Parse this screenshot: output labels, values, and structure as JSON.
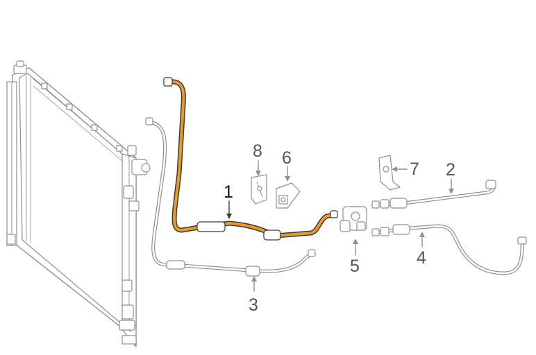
{
  "highlight_color": "#e89a2a",
  "callouts": [
    {
      "id": "1",
      "label": "1",
      "highlighted": true
    },
    {
      "id": "2",
      "label": "2",
      "highlighted": false
    },
    {
      "id": "3",
      "label": "3",
      "highlighted": false
    },
    {
      "id": "4",
      "label": "4",
      "highlighted": false
    },
    {
      "id": "5",
      "label": "5",
      "highlighted": false
    },
    {
      "id": "6",
      "label": "6",
      "highlighted": false
    },
    {
      "id": "7",
      "label": "7",
      "highlighted": false
    },
    {
      "id": "8",
      "label": "8",
      "highlighted": false
    }
  ]
}
